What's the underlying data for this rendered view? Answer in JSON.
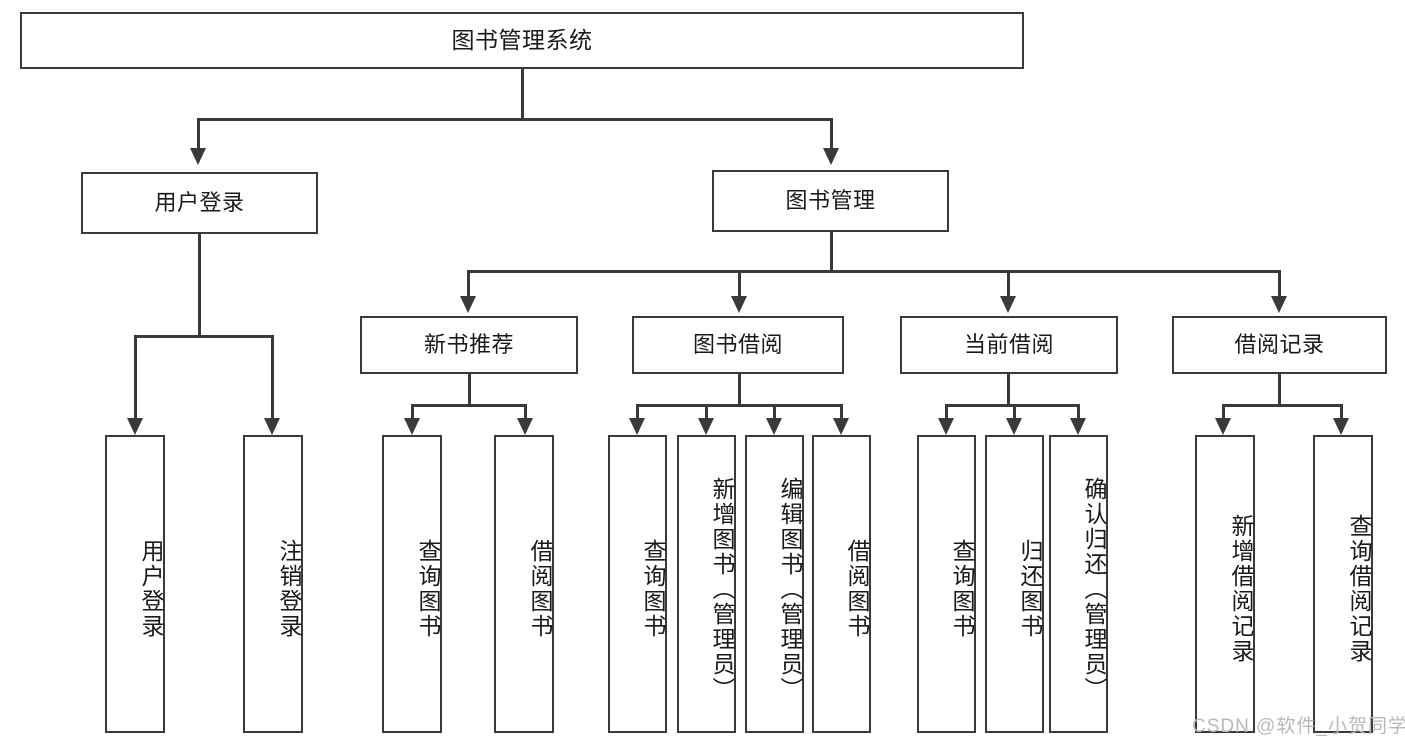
{
  "diagram": {
    "title": "图书管理系统",
    "type": "hierarchy-tree",
    "watermark": "CSDN @软件_小贺同学",
    "colors": {
      "stroke": "#3a3a3a",
      "fill": "#ffffff",
      "text": "#1a1a1a",
      "watermark": "#b9b9b9"
    },
    "root": {
      "label": "图书管理系统"
    },
    "level2": [
      {
        "id": "user-login",
        "label": "用户登录"
      },
      {
        "id": "book-management",
        "label": "图书管理"
      }
    ],
    "level3": [
      {
        "id": "new-book-recommend",
        "label": "新书推荐",
        "parent": "book-management"
      },
      {
        "id": "book-borrow",
        "label": "图书借阅",
        "parent": "book-management"
      },
      {
        "id": "current-borrow",
        "label": "当前借阅",
        "parent": "book-management"
      },
      {
        "id": "borrow-record",
        "label": "借阅记录",
        "parent": "book-management"
      }
    ],
    "leaves": [
      {
        "id": "leaf-user-login",
        "label": "用户登录",
        "parent": "user-login"
      },
      {
        "id": "leaf-logout-login",
        "label": "注销登录",
        "parent": "user-login"
      },
      {
        "id": "leaf-query-book-1",
        "label": "查询图书",
        "parent": "new-book-recommend"
      },
      {
        "id": "leaf-borrow-book-1",
        "label": "借阅图书",
        "parent": "new-book-recommend"
      },
      {
        "id": "leaf-query-book-2",
        "label": "查询图书",
        "parent": "book-borrow"
      },
      {
        "id": "leaf-add-book",
        "label": "新增图书（管理员）",
        "parent": "book-borrow"
      },
      {
        "id": "leaf-edit-book",
        "label": "编辑图书（管理员）",
        "parent": "book-borrow"
      },
      {
        "id": "leaf-borrow-book-2",
        "label": "借阅图书",
        "parent": "book-borrow"
      },
      {
        "id": "leaf-query-book-3",
        "label": "查询图书",
        "parent": "current-borrow"
      },
      {
        "id": "leaf-return-book",
        "label": "归还图书",
        "parent": "current-borrow"
      },
      {
        "id": "leaf-confirm-return",
        "label": "确认归还（管理员）",
        "parent": "current-borrow"
      },
      {
        "id": "leaf-add-record",
        "label": "新增借阅记录",
        "parent": "borrow-record"
      },
      {
        "id": "leaf-query-record",
        "label": "查询借阅记录",
        "parent": "borrow-record"
      }
    ]
  }
}
